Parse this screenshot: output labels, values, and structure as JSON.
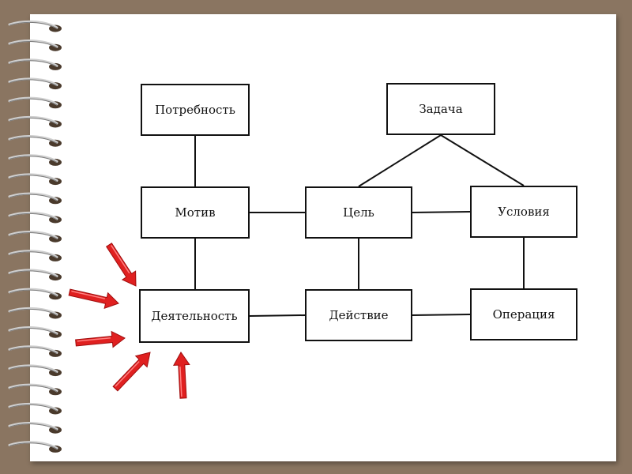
{
  "diagram": {
    "nodes": {
      "need": "Потребность",
      "task": "Задача",
      "motive": "Мотив",
      "goal": "Цель",
      "conditions": "Условия",
      "activity": "Деятельность",
      "action": "Действие",
      "operation": "Операция"
    },
    "edges": [
      [
        "need",
        "motive"
      ],
      [
        "motive",
        "activity"
      ],
      [
        "motive",
        "goal"
      ],
      [
        "goal",
        "conditions"
      ],
      [
        "task",
        "goal"
      ],
      [
        "task",
        "conditions"
      ],
      [
        "goal",
        "action"
      ],
      [
        "conditions",
        "operation"
      ],
      [
        "activity",
        "action"
      ],
      [
        "action",
        "operation"
      ]
    ],
    "highlight_target": "activity",
    "colors": {
      "background": "#8a7561",
      "page": "#ffffff",
      "box_border": "#111111",
      "arrow": "#e02020"
    },
    "decor": {
      "spiral_binding": "spiral-binding-icon",
      "arrow_icon": "red-arrow-icon"
    }
  }
}
